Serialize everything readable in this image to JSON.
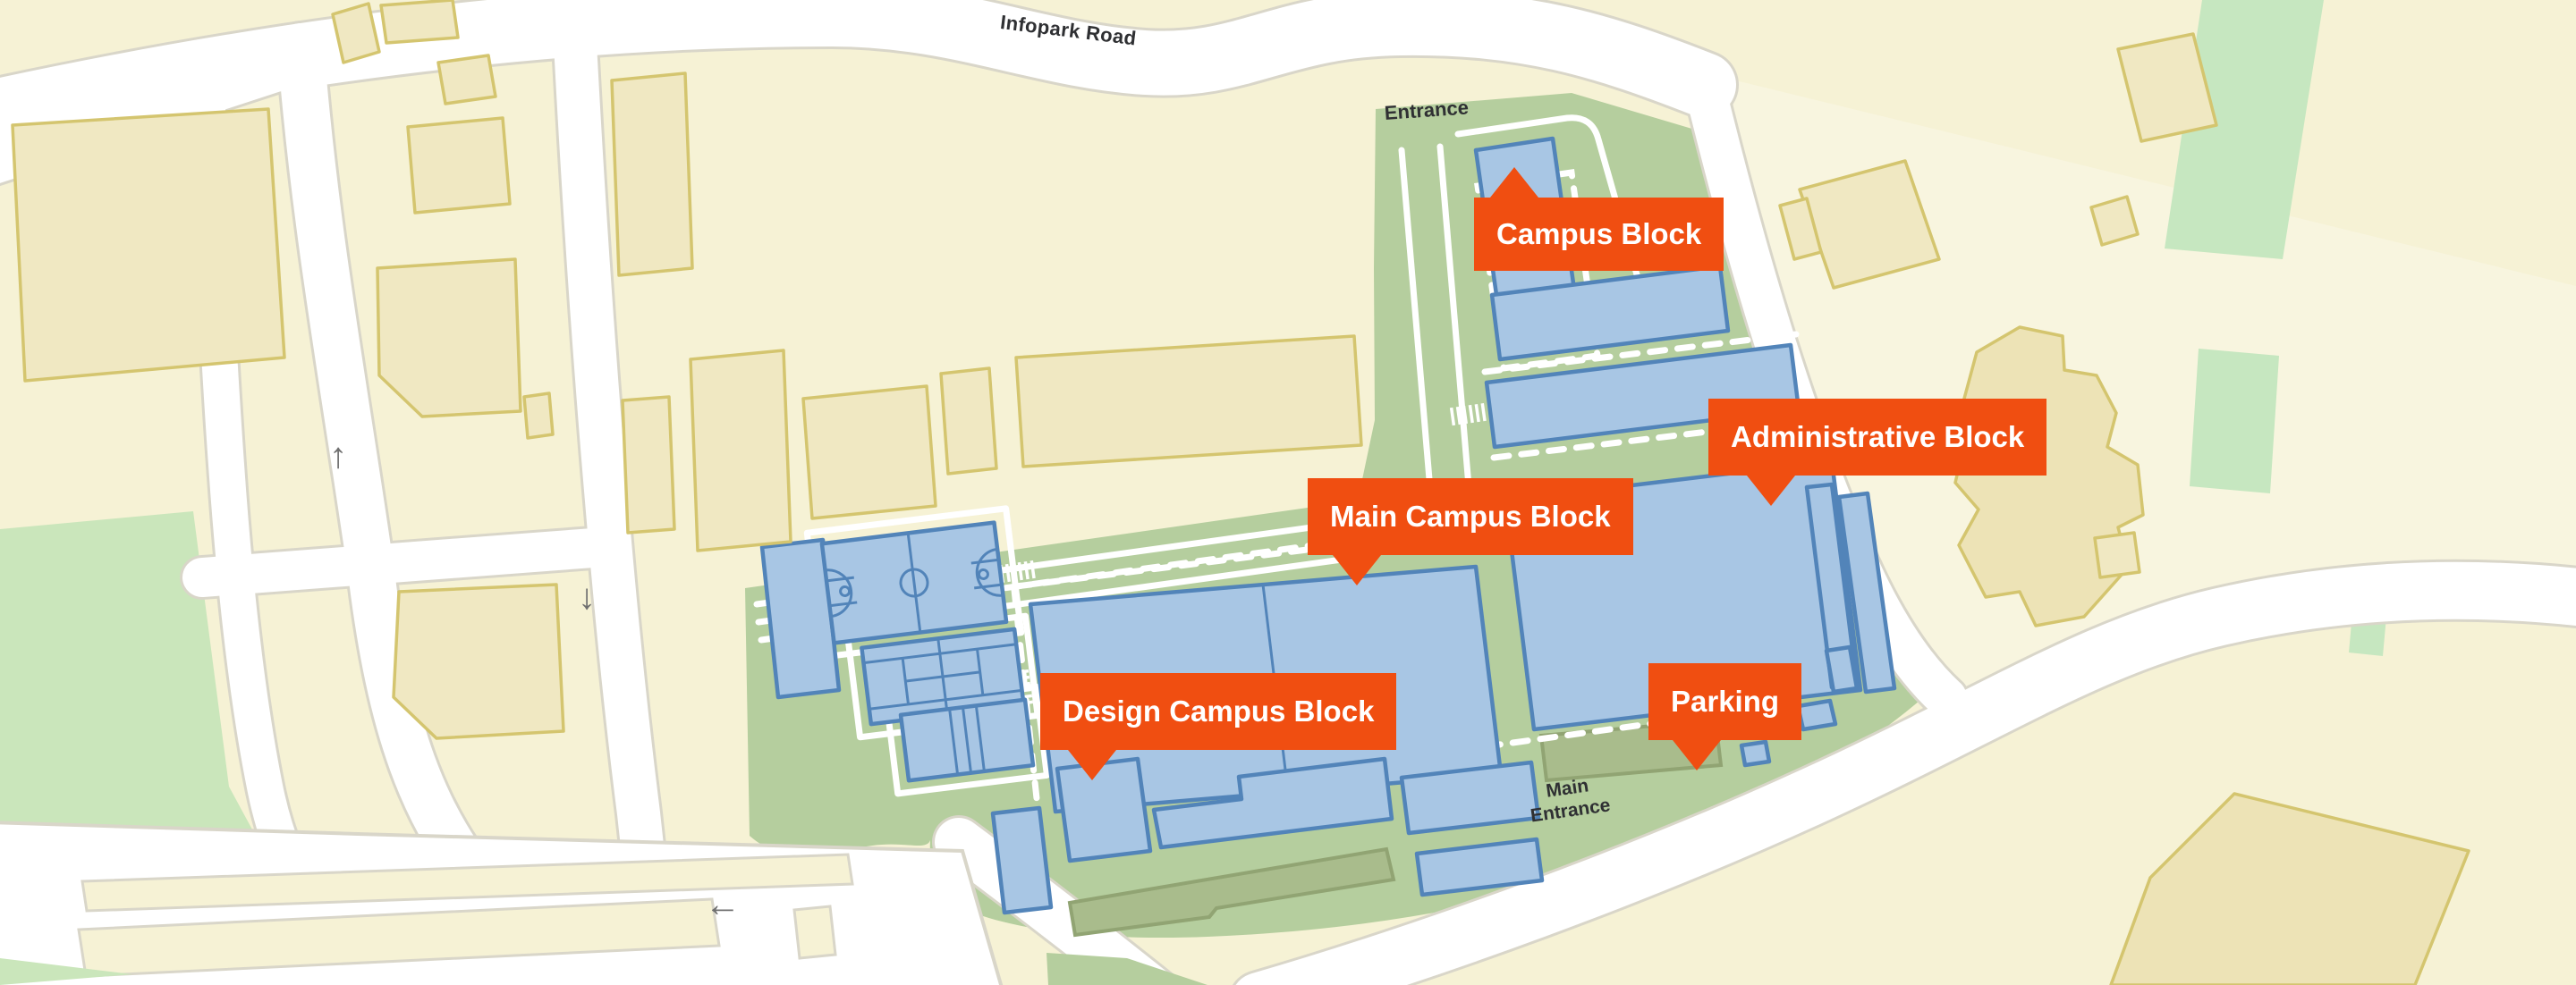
{
  "map": {
    "road_labels": {
      "infopark_road": "Infopark Road",
      "entrance": "Entrance",
      "main_entrance_line1": "Main",
      "main_entrance_line2": "Entrance"
    },
    "markers": {
      "campus_block": {
        "label": "Campus Block"
      },
      "administrative_block": {
        "label": "Administrative Block"
      },
      "main_campus_block": {
        "label": "Main Campus Block"
      },
      "design_campus_block": {
        "label": "Design Campus Block"
      },
      "parking": {
        "label": "Parking"
      }
    },
    "arrows": {
      "up": "↑",
      "down": "↓",
      "left": "←"
    },
    "colors": {
      "orange": "#F04E11",
      "bg": "#F6F2D5",
      "bg_light": "#F8F5DF",
      "campus_green": "#B5CE9E",
      "field_green": "#CAE6BB",
      "patch_green": "#C6E7C0",
      "building_blue": "#A8C6E4",
      "building_blue_border": "#5284B9",
      "building_beige": "#F0E8C2",
      "building_beige_dark": "#EDE3B6",
      "building_beige_border": "#D4C56F",
      "parking_olive": "#A9BC8C",
      "parking_olive_border": "#91A473",
      "road_white": "#FFFFFF",
      "road_casing": "#D9D6C9",
      "street_text": "#2F3033",
      "arrow_gray": "#6F6F6F"
    }
  }
}
